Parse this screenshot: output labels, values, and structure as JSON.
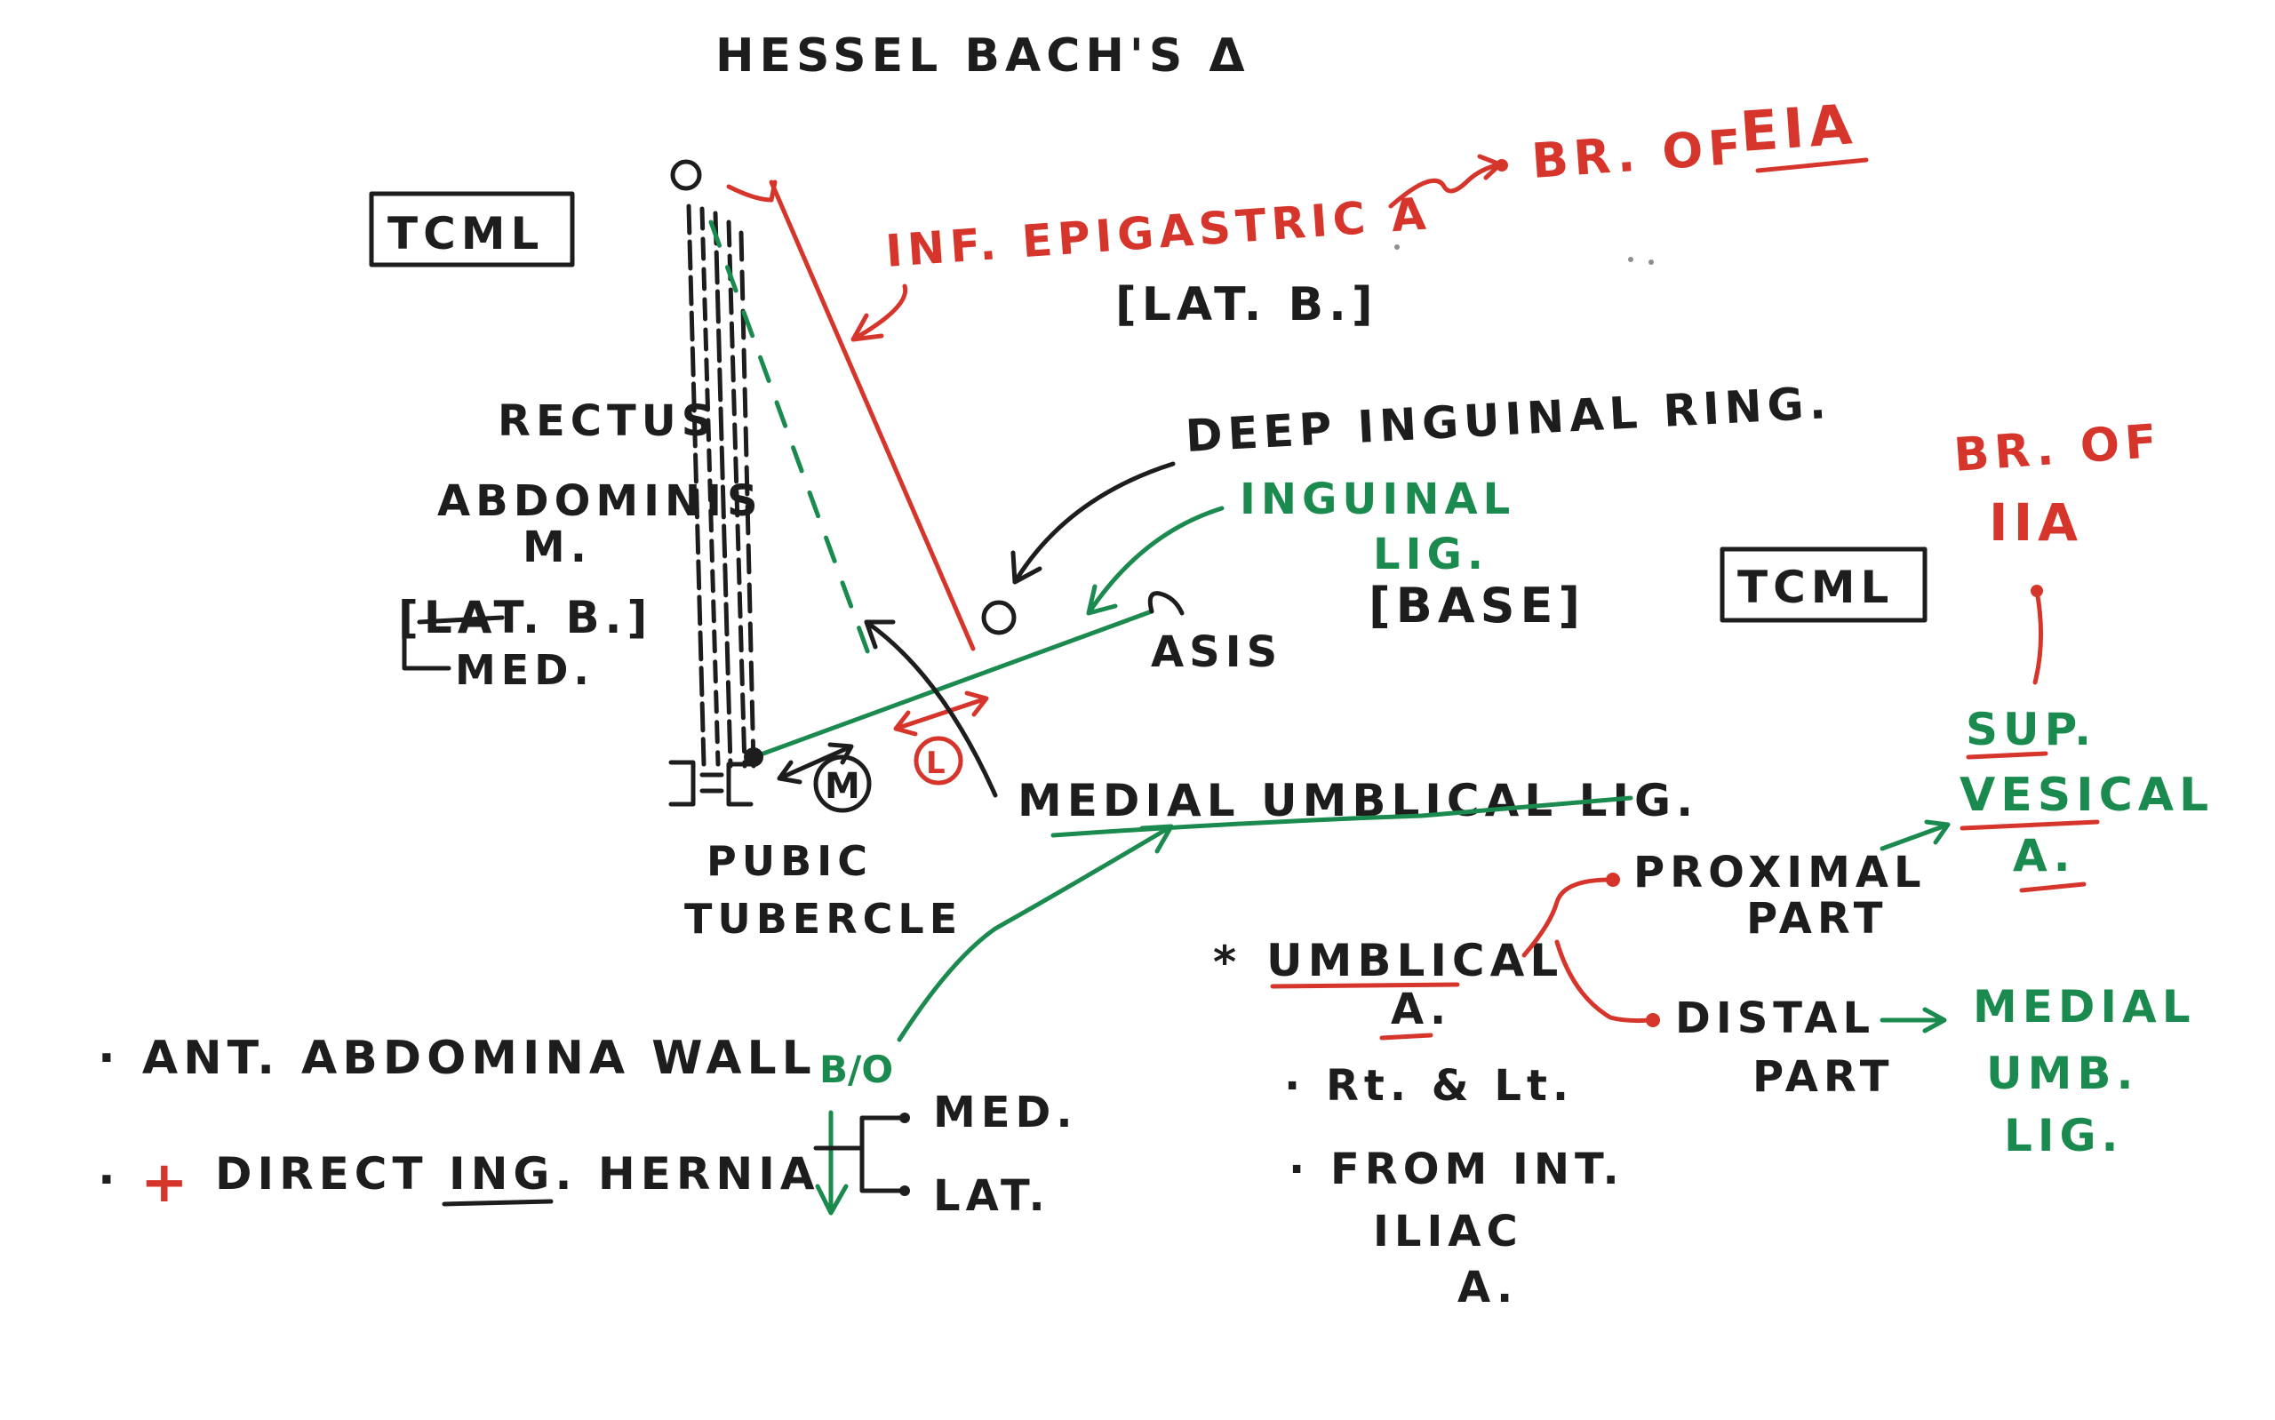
{
  "title": "HESSEL BACH'S Δ",
  "labels": {
    "tcml_left": "TCML",
    "tcml_right": "TCML",
    "inf_epigastric": "INF. EPIGASTRIC A",
    "lat_b_top": "[LAT. B.]",
    "br_of_eia_prefix": "BR. OF",
    "br_of_eia_eia": "EIA",
    "rectus_1": "RECTUS",
    "rectus_2": "ABDOMINIS",
    "rectus_3": "M.",
    "rectus_bracket": "[LAT. B.]",
    "rectus_med": "MED.",
    "deep_ring": "DEEP INGUINAL RING.",
    "inguinal_lig_1": "INGUINAL",
    "inguinal_lig_2": "LIG.",
    "base": "[BASE]",
    "asis": "ASIS",
    "pubic_1": "PUBIC",
    "pubic_2": "TUBERCLE",
    "m_circle": "M",
    "l_circle": "L",
    "medial_umb_lig": "MEDIAL UMBLICAL LIG.",
    "br_of_iia_1": "BR. OF",
    "br_of_iia_2": "IIA",
    "sup_vesical_1": "SUP.",
    "sup_vesical_2": "VESICAL",
    "sup_vesical_3": "A.",
    "proximal_1": "PROXIMAL",
    "proximal_2": "PART",
    "distal_1": "DISTAL",
    "distal_2": "PART",
    "medial_umb_1": "MEDIAL",
    "medial_umb_2": "UMB.",
    "medial_umb_3": "LIG.",
    "umblical_star": "*",
    "umblical_1": "UMBLICAL",
    "umblical_2": "A.",
    "rt_lt": "· Rt. & Lt.",
    "from_1": "· FROM INT.",
    "from_2": "ILIAC",
    "from_3": "A.",
    "bullet_1": "· ANT. ABDOMINA WALL",
    "bullet_2_dot": "·",
    "bullet_2_plus": "+",
    "bullet_2_text": "DIRECT ING. HERNIA",
    "bo": "B/O",
    "med_branch": "MED.",
    "lat_branch": "LAT."
  },
  "colors": {
    "ink_black": "#1d1d1d",
    "ink_red": "#d6352c",
    "ink_green": "#1a8a4e"
  }
}
